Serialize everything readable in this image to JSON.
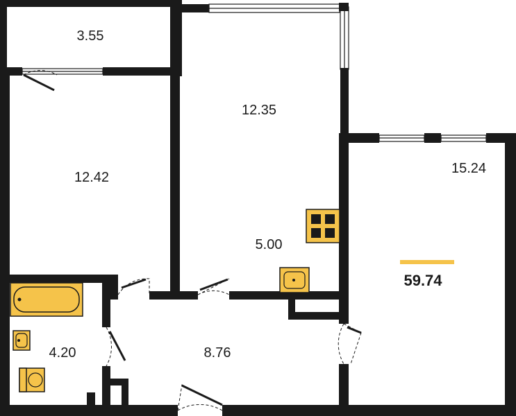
{
  "floor_plan": {
    "total_area": "59.74",
    "rooms": [
      {
        "id": "balcony",
        "area": "3.55"
      },
      {
        "id": "room-left",
        "area": "12.42"
      },
      {
        "id": "room-middle",
        "area": "12.35"
      },
      {
        "id": "kitchen-niche",
        "area": "5.00"
      },
      {
        "id": "room-right",
        "area": "15.24"
      },
      {
        "id": "bathroom",
        "area": "4.20"
      },
      {
        "id": "hallway",
        "area": "8.76"
      }
    ],
    "colors": {
      "wall": "#1a1a1a",
      "fixture": "#f5c34a",
      "accent_bar": "#f5c34a",
      "background": "#ffffff"
    }
  }
}
